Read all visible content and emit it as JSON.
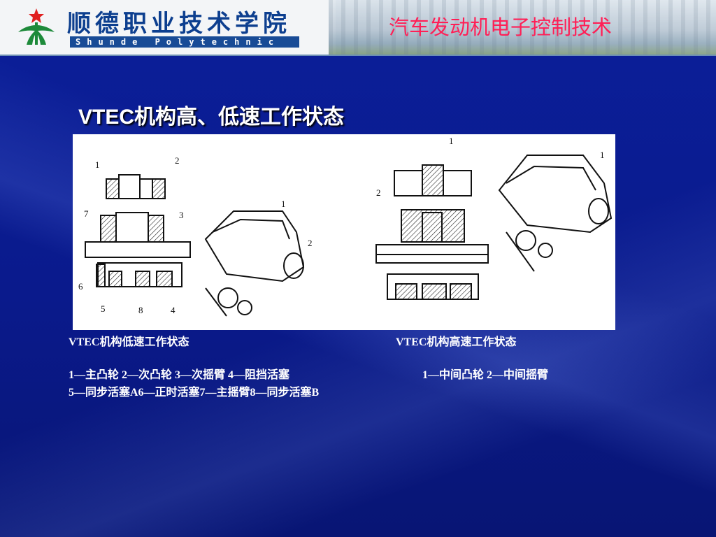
{
  "header": {
    "school_name": "顺德职业技术学院",
    "school_name_en": "Shunde Polytechnic",
    "course_title": "汽车发动机电子控制技术",
    "logo_icon": "school-logo-icon"
  },
  "slide": {
    "title": "VTEC机构高、低速工作状态"
  },
  "figure": {
    "left_callouts": [
      "1",
      "2",
      "7",
      "3",
      "1",
      "2",
      "6",
      "5",
      "8",
      "4"
    ],
    "right_callouts": [
      "1",
      "2",
      "1"
    ]
  },
  "captions": {
    "low_speed_title": "VTEC机构低速工作状态",
    "high_speed_title": "VTEC机构高速工作状态",
    "low_speed_legend_1": "1—主凸轮 2—次凸轮 3—次摇臂 4—阻挡活塞",
    "low_speed_legend_2": "5—同步活塞A6—正时活塞7—主摇臂8—同步活塞B",
    "high_speed_legend": "1—中间凸轮 2—中间摇臂"
  },
  "colors": {
    "background": "#0a1a8c",
    "course_title": "#ff1f56",
    "school_name": "#0d3f8f"
  }
}
